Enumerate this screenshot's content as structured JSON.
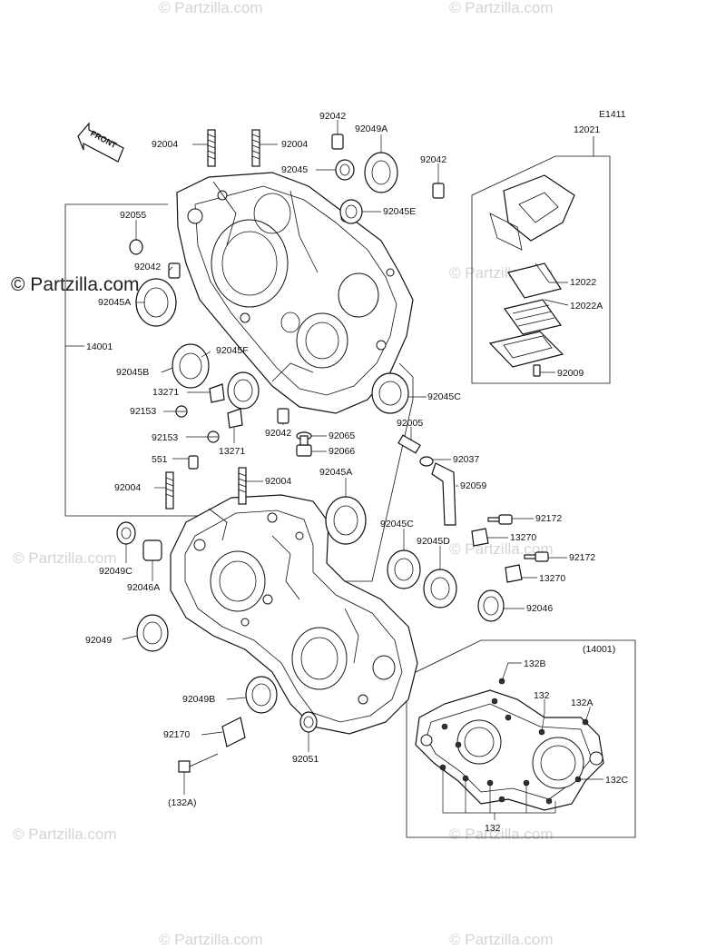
{
  "diagram_id": "E1411",
  "front_label": "FRONT",
  "watermarks": [
    "© Partzilla.com",
    "© Partzilla.com",
    "© Partzilla.com",
    "© Partzilla.com",
    "© Partzilla.com",
    "© Partzilla.com",
    "© Partzilla.com",
    "© Partzilla.com",
    "© Partzilla.com",
    "© Partzilla.com"
  ],
  "callouts": {
    "c92042_top": "92042",
    "c92049A": "92049A",
    "c92004_l": "92004",
    "c92004_r": "92004",
    "c92045": "92045",
    "c92042_r": "92042",
    "c92045E": "92045E",
    "c92055": "92055",
    "c92042_l": "92042",
    "c92045A_top": "92045A",
    "c14001": "14001",
    "c92045F": "92045F",
    "c92045B": "92045B",
    "c13271_a": "13271",
    "c92045C_r": "92045C",
    "c92153_a": "92153",
    "c92042_m": "92042",
    "c92065": "92065",
    "c92153_b": "92153",
    "c13271_b": "13271",
    "c92066": "92066",
    "c92005": "92005",
    "c551": "551",
    "c92037": "92037",
    "c92004_ll": "92004",
    "c92004_lr": "92004",
    "c92045A_low": "92045A",
    "c92059": "92059",
    "c92172_a": "92172",
    "c13270_a": "13270",
    "c92049C": "92049C",
    "c92046A": "92046A",
    "c92045C_low": "92045C",
    "c92045D": "92045D",
    "c92172_b": "92172",
    "c13270_b": "13270",
    "c92046": "92046",
    "c92049": "92049",
    "c92049B": "92049B",
    "c92170": "92170",
    "c92051": "92051",
    "c132A_paren": "(132A)",
    "c14001_paren": "(14001)",
    "c132B": "132B",
    "c132_a": "132",
    "c132A": "132A",
    "c132C": "132C",
    "c132_b": "132",
    "c12021": "12021",
    "c12022": "12022",
    "c12022A": "12022A",
    "c92009": "92009"
  }
}
